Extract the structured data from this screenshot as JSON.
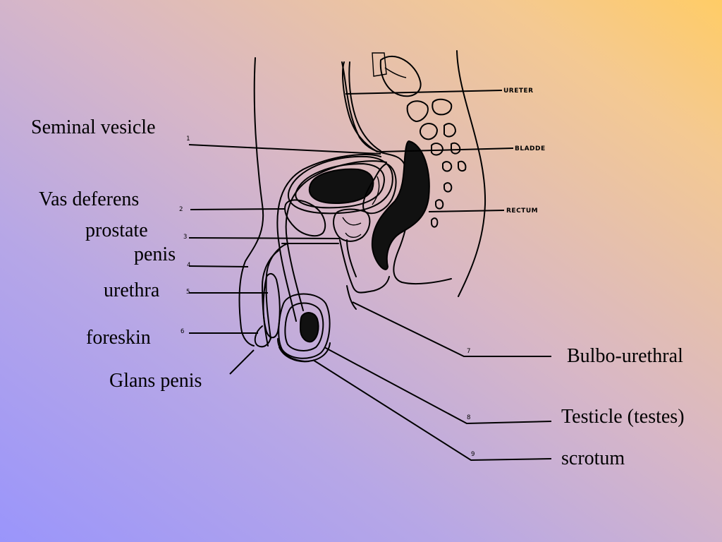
{
  "labels": {
    "seminal_vesicle": "Seminal vesicle",
    "vas_deferens": "Vas deferens",
    "prostate": "prostate",
    "penis": "penis",
    "urethra": "urethra",
    "foreskin": "foreskin",
    "glans_penis": "Glans penis",
    "bulbo_urethral": "Bulbo-urethral",
    "testicle": "Testicle (testes)",
    "scrotum": "scrotum"
  },
  "diagram_tags": {
    "ureter": "URETER",
    "bladder": "BLADDE",
    "rectum": "RECTUM"
  },
  "leader_numbers": [
    "1",
    "2",
    "3",
    "4",
    "5",
    "6",
    "7",
    "8",
    "9"
  ]
}
